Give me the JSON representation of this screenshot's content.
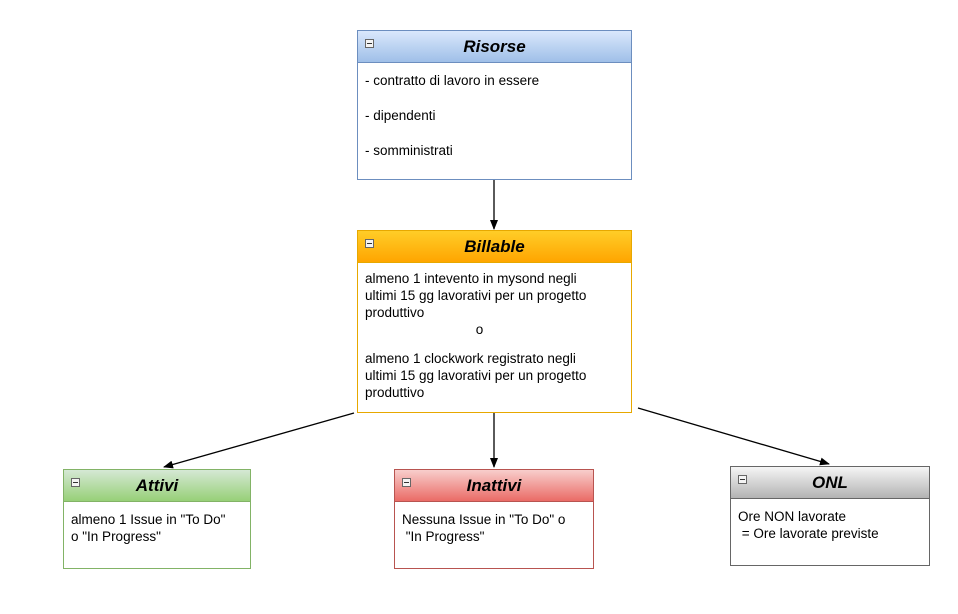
{
  "risorse": {
    "title": "Risorse",
    "lines": [
      "- contratto di lavoro in essere",
      "- dipendenti",
      "- somministrati"
    ]
  },
  "billable": {
    "title": "Billable",
    "line1": "almeno 1 intevento in mysond negli",
    "line2": "ultimi 15 gg lavorativi per un progetto",
    "line3": "produttivo",
    "or": "o",
    "line4": "almeno 1 clockwork registrato negli",
    "line5": "ultimi 15 gg lavorativi per un progetto",
    "line6": "produttivo"
  },
  "attivi": {
    "title": "Attivi",
    "line1": "almeno 1 Issue in \"To Do\"",
    "line2": "o \"In Progress\""
  },
  "inattivi": {
    "title": "Inattivi",
    "line1": "Nessuna Issue in \"To Do\" o",
    "line2": " \"In Progress\""
  },
  "onl": {
    "title": "ONL",
    "line1": "Ore NON lavorate",
    "line2": " = Ore lavorate previste"
  },
  "colors": {
    "risorse": "#6c8ebf",
    "billable": "#ffa500",
    "attivi": "#82b366",
    "inattivi": "#b85450",
    "onl": "#666666"
  }
}
